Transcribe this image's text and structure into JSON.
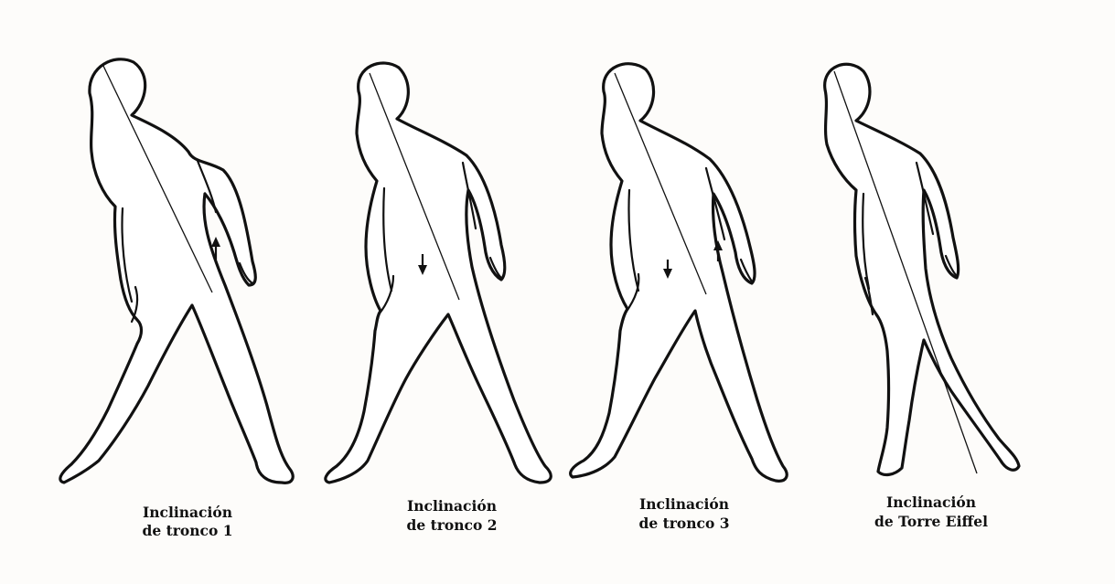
{
  "figures": [
    {
      "id": "tronco-1",
      "caption_line1": "Inclinación",
      "caption_line2": "de tronco 1",
      "arrows": [
        "up"
      ]
    },
    {
      "id": "tronco-2",
      "caption_line1": "Inclinación",
      "caption_line2": "de tronco 2",
      "arrows": [
        "down"
      ]
    },
    {
      "id": "tronco-3",
      "caption_line1": "Inclinación",
      "caption_line2": "de tronco 3",
      "arrows": [
        "down",
        "up"
      ]
    },
    {
      "id": "torre-eiffel",
      "caption_line1": "Inclinación",
      "caption_line2": "de Torre Eiffel",
      "arrows": []
    }
  ],
  "colors": {
    "line": "#111111",
    "background": "#fdfcfa"
  }
}
